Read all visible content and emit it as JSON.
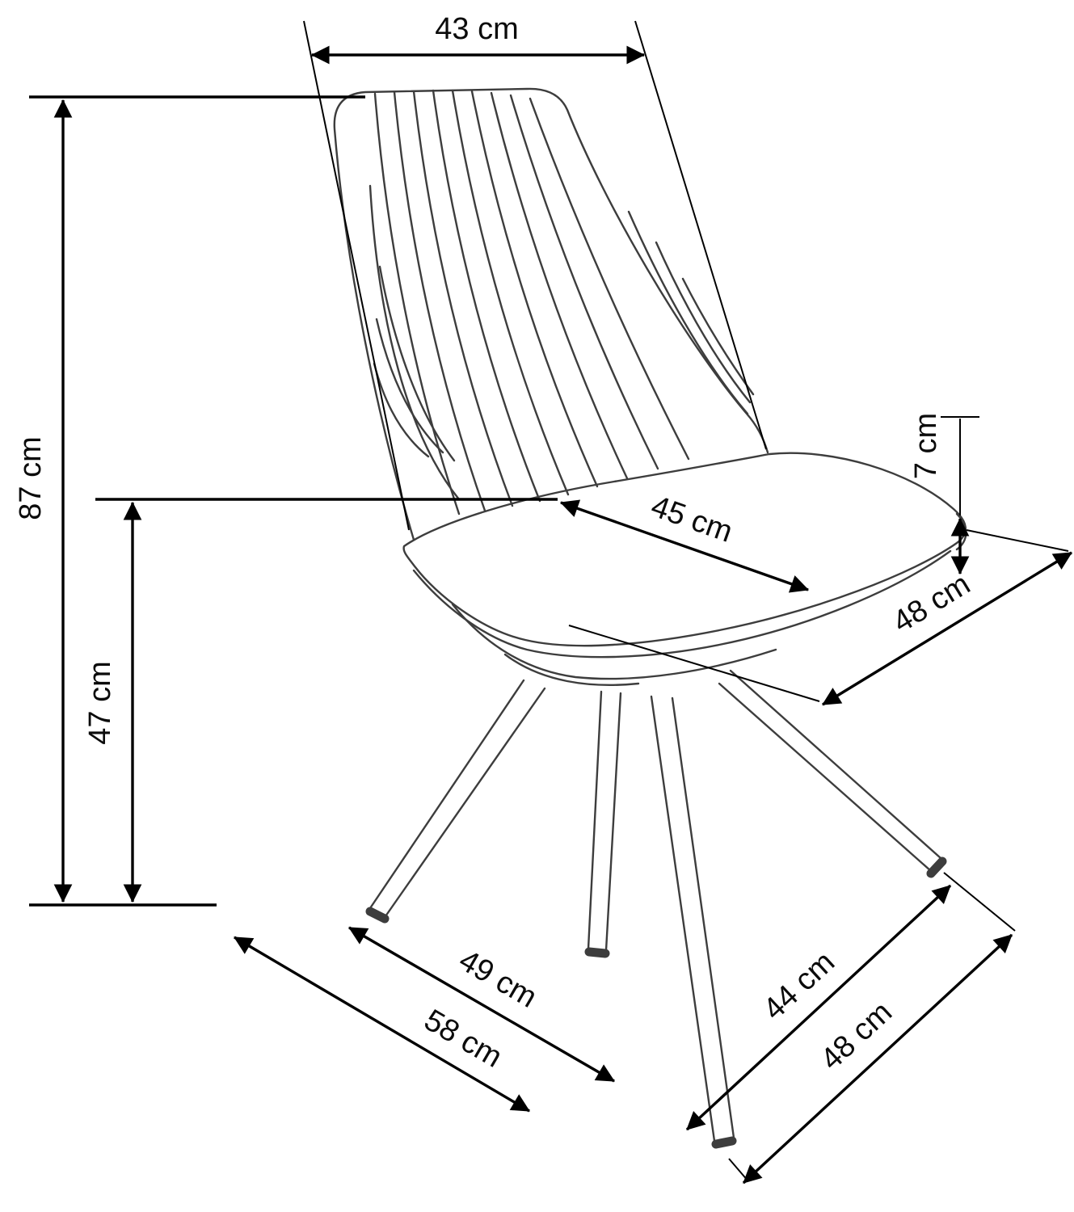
{
  "diagram": {
    "subject": "upholstered chair dimension drawing",
    "unit": "cm",
    "measurements": [
      {
        "id": "back-width",
        "label": "43 cm",
        "value": 43
      },
      {
        "id": "overall-height",
        "label": "87 cm",
        "value": 87
      },
      {
        "id": "seat-height",
        "label": "47 cm",
        "value": 47
      },
      {
        "id": "cushion-thickness",
        "label": "7 cm",
        "value": 7
      },
      {
        "id": "seat-depth",
        "label": "45 cm",
        "value": 45
      },
      {
        "id": "seat-width",
        "label": "48 cm",
        "value": 48
      },
      {
        "id": "footprint-depth-inner",
        "label": "49 cm",
        "value": 49
      },
      {
        "id": "footprint-depth-outer",
        "label": "58 cm",
        "value": 58
      },
      {
        "id": "footprint-width-inner",
        "label": "44 cm",
        "value": 44
      },
      {
        "id": "footprint-width-outer",
        "label": "48 cm",
        "value": 48
      }
    ],
    "colors": {
      "dimension_line": "#000000",
      "chair_line": "#3d3d3d",
      "background": "#ffffff"
    }
  }
}
